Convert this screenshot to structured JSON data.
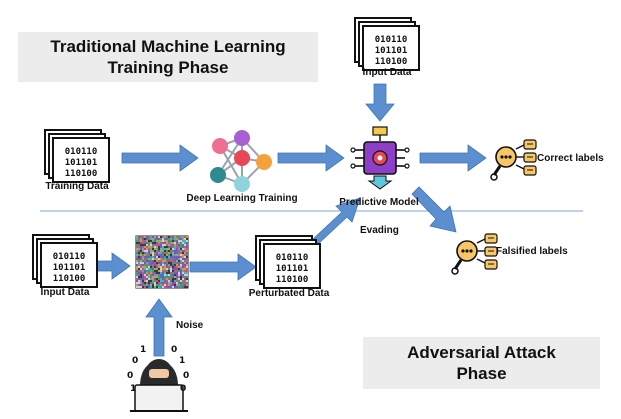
{
  "phases": {
    "traditional_line1": "Traditional Machine Learning",
    "traditional_line2": "Training Phase",
    "adversarial_line1": "Adversarial Attack",
    "adversarial_line2": "Phase"
  },
  "binary": {
    "row1": "010110",
    "row2": "101101",
    "row3": "110100"
  },
  "labels": {
    "input_data_top": "Input Data",
    "training_data": "Training Data",
    "deep_learning_training": "Deep Learning Training",
    "predictive_model": "Predictive Model",
    "correct_labels": "Correct labels",
    "input_data_bottom": "Input Data",
    "perturbated_data": "Perturbated Data",
    "evading": "Evading",
    "falsified_labels": "Falsified labels",
    "noise": "Noise"
  },
  "colors": {
    "arrow": "#5b8fd0",
    "divider": "#9ab6dc",
    "chip": "#8e3fc7",
    "node_orange": "#f5a13b",
    "node_red": "#e84856",
    "node_teal": "#2d8a8f",
    "node_pink": "#ef6f92",
    "node_cyan": "#8ed4dd",
    "node_purple": "#a85fd6",
    "tag_fill": "#f7c766"
  },
  "icons": {
    "data_stack": "binary-data-stack-icon",
    "network": "neural-network-icon",
    "model": "cpu-chip-icon",
    "labels": "search-labels-icon",
    "noise": "noise-image-icon",
    "hacker": "hacker-icon"
  }
}
